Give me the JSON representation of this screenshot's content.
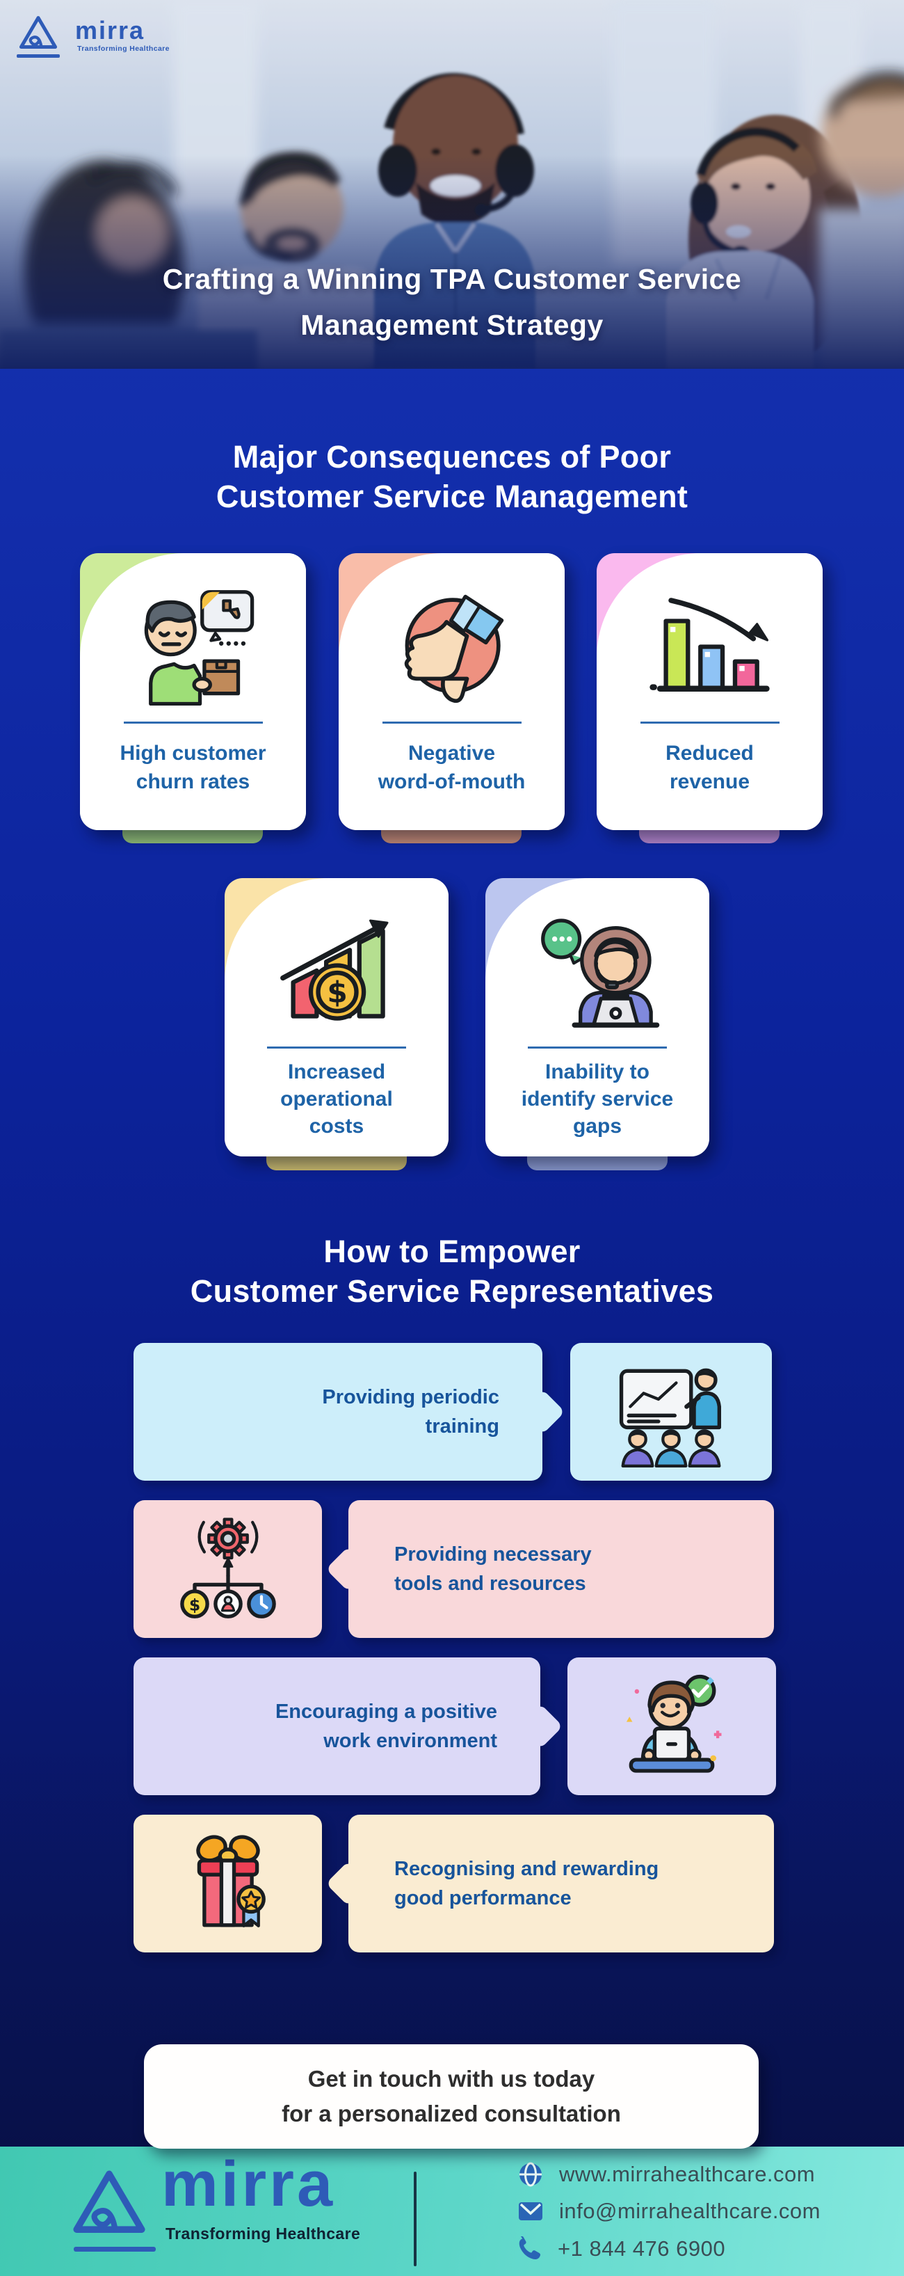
{
  "brand": {
    "name": "mirra",
    "tagline": "Transforming Healthcare"
  },
  "hero": {
    "title_line1": "Crafting a Winning TPA Customer Service",
    "title_line2": "Management Strategy"
  },
  "consequences": {
    "title_line1": "Major Consequences of Poor",
    "title_line2": "Customer Service Management",
    "cards": [
      {
        "label": "High customer\nchurn rates",
        "icon": "unhappy-customer-with-box",
        "accent": "#cdeb9a",
        "tab": "#93c077"
      },
      {
        "label": "Negative\nword-of-mouth",
        "icon": "thumbs-down",
        "accent": "#f9bda9",
        "tab": "#c38a74"
      },
      {
        "label": "Reduced\nrevenue",
        "icon": "declining-bar-chart",
        "accent": "#fab9ee",
        "tab": "#b486cc"
      },
      {
        "label": "Increased\noperational\ncosts",
        "icon": "rising-costs-coin-chart",
        "accent": "#fae3a8",
        "tab": "#cabb6e"
      },
      {
        "label": "Inability to\nidentify service\ngaps",
        "icon": "support-agent-laptop",
        "accent": "#bcc6ef",
        "tab": "#8a99ce"
      }
    ]
  },
  "empower": {
    "title_line1": "How to Empower",
    "title_line2": "Customer Service Representatives",
    "rows": [
      {
        "label": "Providing periodic\ntraining",
        "icon": "training-presentation",
        "color": "#cdeefa",
        "icon_side": "right"
      },
      {
        "label": "Providing necessary\ntools and resources",
        "icon": "tools-resources-hierarchy",
        "color": "#f9d8da",
        "icon_side": "left"
      },
      {
        "label": "Encouraging a positive\nwork environment",
        "icon": "positive-employee-check",
        "color": "#dcd9f7",
        "icon_side": "right"
      },
      {
        "label": "Recognising and rewarding\ngood performance",
        "icon": "gift-reward",
        "color": "#faecd2",
        "icon_side": "left"
      }
    ]
  },
  "cta": {
    "line1": "Get in touch with us today",
    "line2": "for a personalized consultation"
  },
  "footer": {
    "brand": "mirra",
    "tagline": "Transforming Healthcare",
    "contacts": [
      {
        "icon": "globe-icon",
        "value": "www.mirrahealthcare.com"
      },
      {
        "icon": "email-icon",
        "value": "info@mirrahealthcare.com"
      },
      {
        "icon": "phone-icon",
        "value": "+1 844 476 6900"
      }
    ]
  },
  "colors": {
    "page_blue_top": "#1634b4",
    "page_blue_bottom": "#070e3f",
    "card_text_blue": "#1e63a7",
    "row_text_blue": "#17549b",
    "logo_blue": "#2e5bb7",
    "divider_blue": "#2e6bb0",
    "cta_text": "#2e2e2e",
    "footer_teal_left": "#41c8b2",
    "footer_teal_right": "#84e8de",
    "footer_icon_blue": "#2a65b5",
    "footer_text": "#3a4d55"
  }
}
